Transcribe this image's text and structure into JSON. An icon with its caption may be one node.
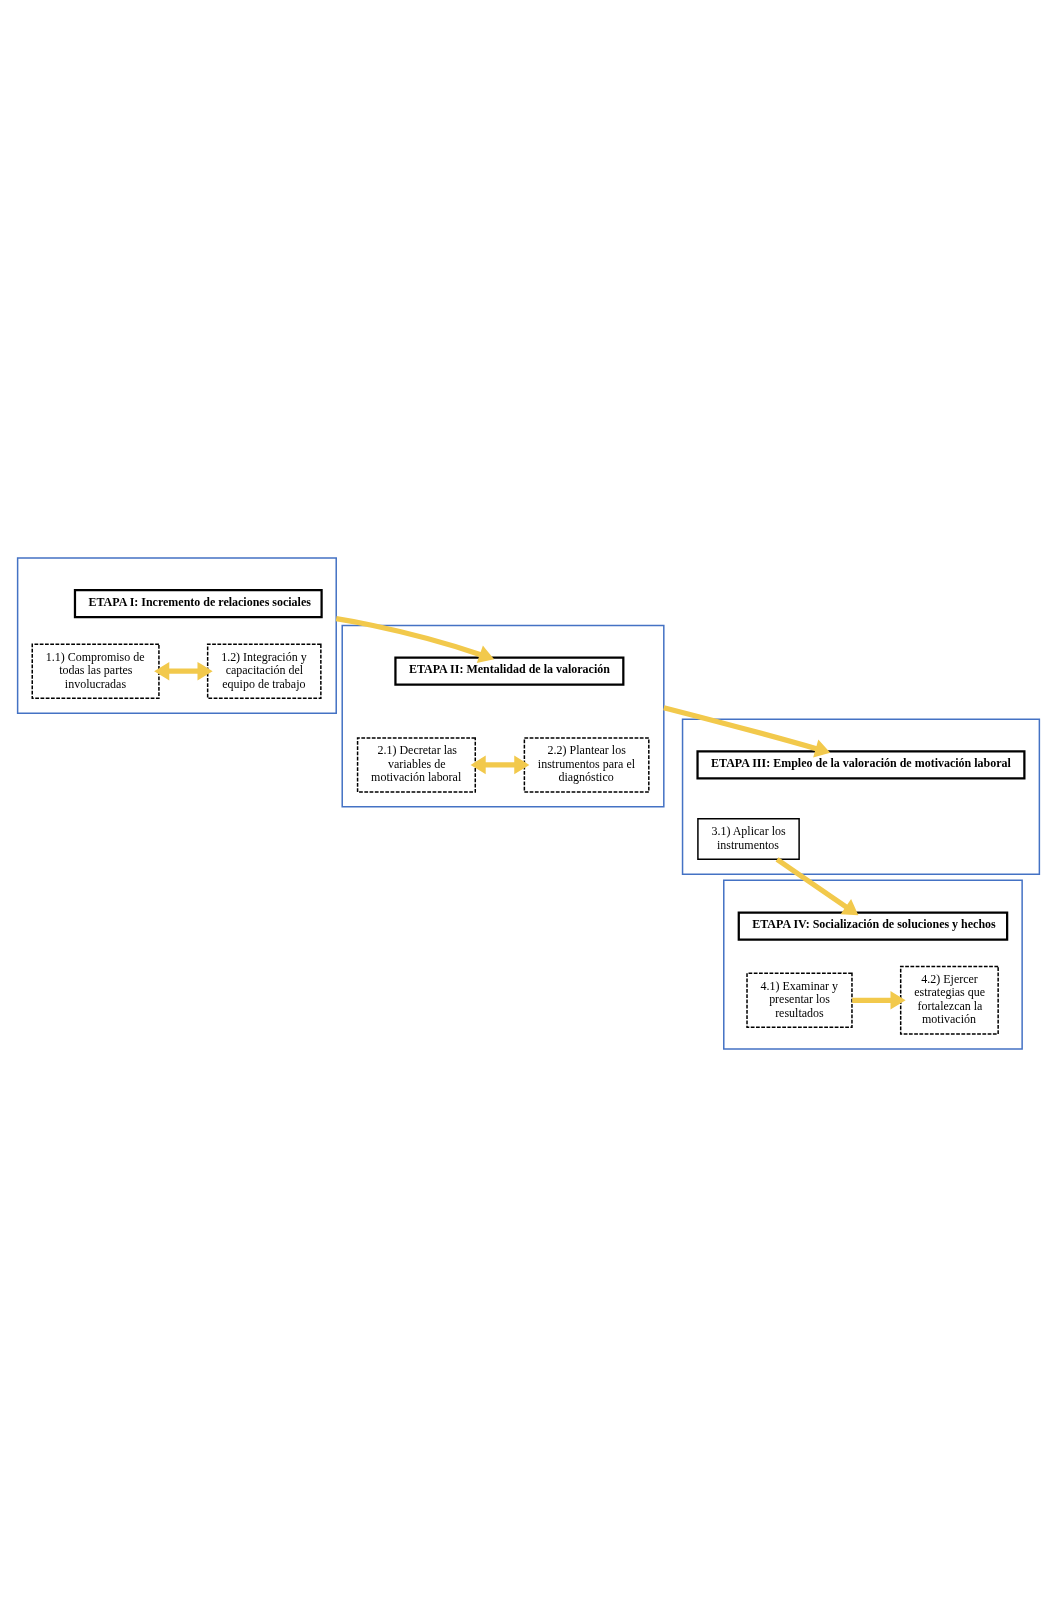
{
  "diagram": {
    "nodes": [
      {
        "text": [],
        "shape": "band"
      },
      {
        "text": [
          "ETAPA I: Incremento de relaciones sociales"
        ],
        "in": 0
      },
      {
        "text": [
          "1.1) Compromiso de todas las partes involucradas"
        ],
        "in": 0
      },
      {
        "text": [
          "1.2) Integración y capacitación del equipo de trabajo"
        ],
        "in": 0
      },
      {
        "text": [],
        "shape": "band"
      },
      {
        "text": [
          "ETAPA II: Mentalidad de la valoración"
        ],
        "in": 4
      },
      {
        "text": [
          "2.1) Decretar las variables de motivación laboral"
        ],
        "in": 4
      },
      {
        "text": [
          "2.2) Plantear los instrumentos para el diagnóstico"
        ],
        "in": 4
      },
      {
        "text": [],
        "shape": "band"
      },
      {
        "text": [
          "ETAPA III: Empleo de la valoración de motivación laboral"
        ],
        "in": 8
      },
      {
        "text": [
          "3.1) Aplicar los instrumentos"
        ],
        "in": 8
      },
      {
        "text": [],
        "shape": "band"
      },
      {
        "text": [
          "ETAPA IV: Socialización de soluciones y hechos"
        ],
        "in": 11
      },
      {
        "text": [
          "4.1) Examinar y presentar los resultados"
        ],
        "in": 11
      },
      {
        "text": [
          "4.2) Ejercer estrategias que fortalezcan la motivación"
        ],
        "in": 11
      }
    ],
    "edges": [
      {
        "from": 2,
        "to": 3,
        "arrow": "both"
      },
      {
        "from": 0,
        "to": 5,
        "arrow": "to"
      },
      {
        "from": 6,
        "to": 7,
        "arrow": "both"
      },
      {
        "from": 4,
        "to": 9,
        "arrow": "to"
      },
      {
        "from": 10,
        "to": 12,
        "arrow": "to"
      },
      {
        "from": 13,
        "to": 14,
        "arrow": "to"
      }
    ]
  }
}
